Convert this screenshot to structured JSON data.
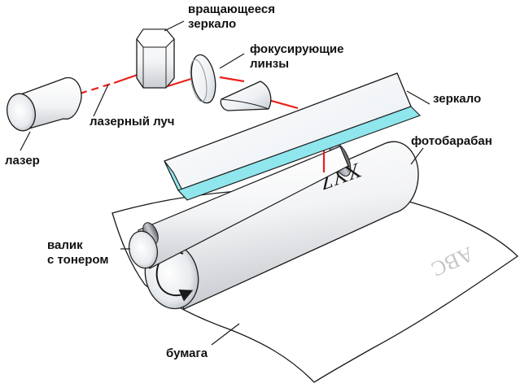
{
  "labels": {
    "rotating_mirror": [
      "вращающееся",
      "зеркало"
    ],
    "focusing_lenses": [
      "фокусирующие",
      "линзы"
    ],
    "mirror": "зеркало",
    "laser": "лазер",
    "laser_beam": "лазерный луч",
    "drum": "фотобарабан",
    "toner_roller": [
      "валик",
      "с тонером"
    ],
    "paper": "бумага"
  },
  "drum_text": "XYZ",
  "paper_text": "ABC",
  "colors": {
    "beam": "#e8211b",
    "mirror_edge": "#8fe6ec",
    "outline": "#1a1a1a"
  }
}
